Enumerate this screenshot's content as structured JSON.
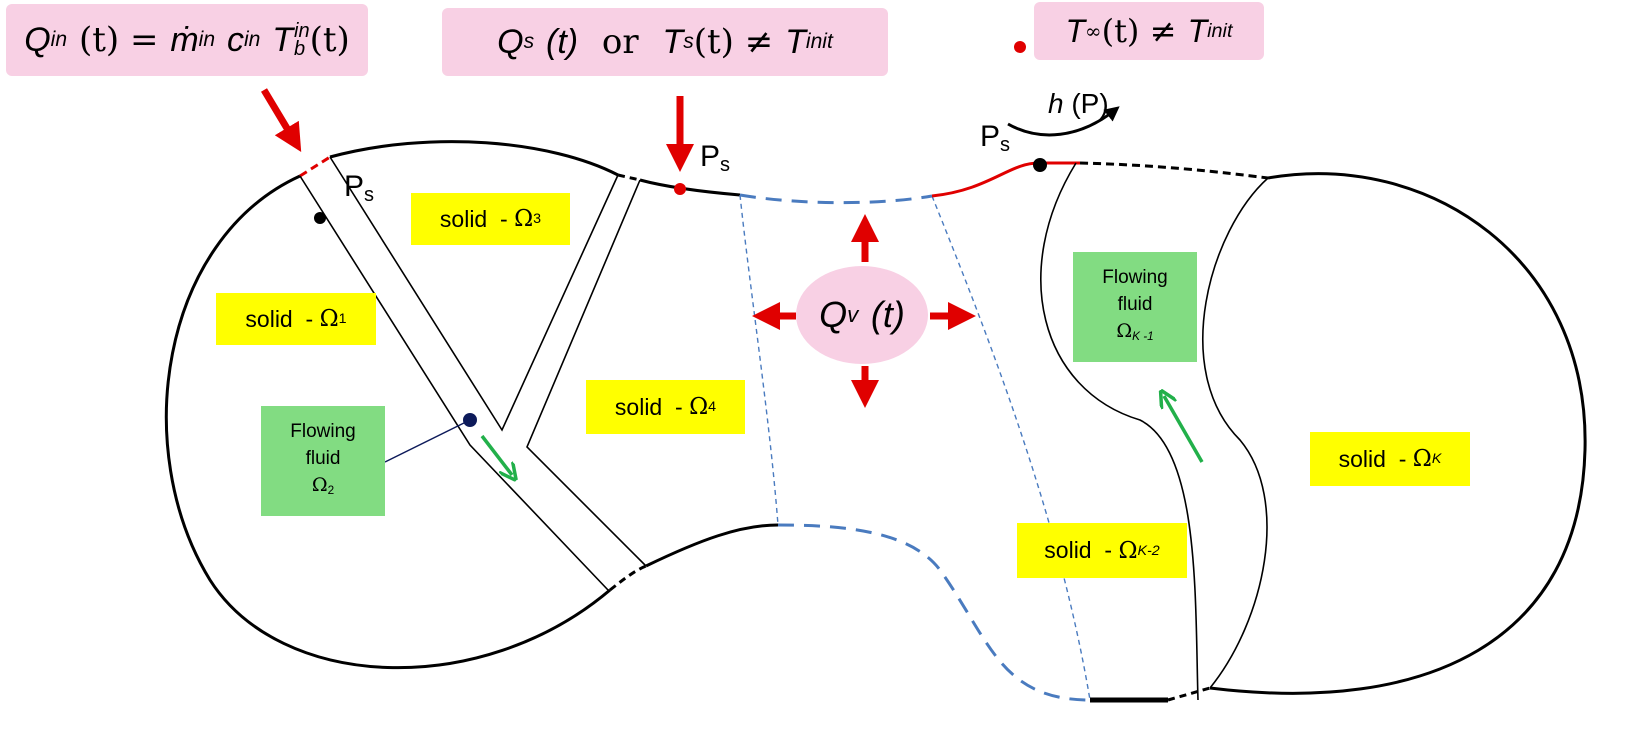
{
  "colors": {
    "boundary": "#000000",
    "heat_arrow": "#e00000",
    "interface_dash": "#4a7bbf",
    "flow_arrow": "#22b04a",
    "pink_box": "#f8d0e4",
    "solid_box": "#ffff00",
    "fluid_box": "#82dc82",
    "probe_point": "#0d1a5a"
  },
  "boundary_conditions": {
    "inlet": {
      "lhs": "Q",
      "lhs_sub": "in",
      "arg": "(t) =",
      "m": "ṁ",
      "m_sub": "in",
      "c": "c",
      "c_sub": "in",
      "t": "T",
      "t_sub": "b",
      "t_sup": "in",
      "tail": "(t)"
    },
    "surface": {
      "q": "Q",
      "q_sub": "s",
      "q_arg": "(t)",
      "or": "or",
      "t": "T",
      "t_sub": "s",
      "t_arg": "(t) ≠",
      "ti": "T",
      "ti_sub": "init"
    },
    "ambient": {
      "t": "T",
      "t_sub": "∞",
      "t_arg": "(t) ≠",
      "ti": "T",
      "ti_sub": "init"
    },
    "convection": {
      "h": "h",
      "arg": "(P)"
    }
  },
  "volumetric_source": {
    "q": "Q",
    "q_sub": "v",
    "arg": "(t)"
  },
  "point_labels": {
    "p": "P",
    "sub": "s"
  },
  "regions": {
    "omega1": {
      "text": "solid  - ",
      "sym": "Ω",
      "sub": "1"
    },
    "omega2": {
      "line1": "Flowing",
      "line2": "fluid",
      "sym": "Ω",
      "sub": "2"
    },
    "omega3": {
      "text": "solid  - ",
      "sym": "Ω",
      "sub": "3"
    },
    "omega4": {
      "text": "solid  - ",
      "sym": "Ω",
      "sub": "4"
    },
    "omegaK2": {
      "text": "solid  - ",
      "sym": "Ω",
      "sub": "K-2"
    },
    "omegaK1": {
      "line1": "Flowing",
      "line2": "fluid",
      "sym": "Ω",
      "sub": "K -1"
    },
    "omegaK": {
      "text": "solid  - ",
      "sym": "Ω",
      "sub": "K"
    }
  }
}
